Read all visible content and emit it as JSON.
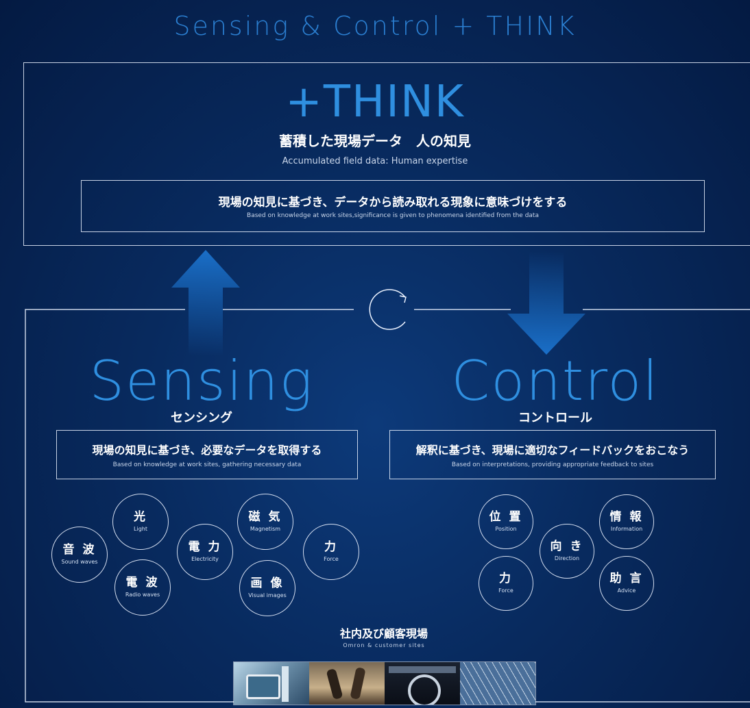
{
  "title": "Sensing & Control + THINK",
  "think": {
    "heading": "+THINK",
    "subtitle_jp": "蓄積した現場データ　人の知見",
    "subtitle_en": "Accumulated field data: Human expertise",
    "inner_jp": "現場の知見に基づき、データから読み取れる現象に意味づけをする",
    "inner_en": "Based on knowledge at work sites,significance is given to phenomena identified from the data"
  },
  "sensing": {
    "heading": "Sensing",
    "heading_jp": "センシング",
    "desc_jp": "現場の知見に基づき、必要なデータを取得する",
    "desc_en": "Based on knowledge at work sites, gathering necessary data",
    "circles": [
      {
        "jp": "光",
        "en": "Light"
      },
      {
        "jp": "音 波",
        "en": "Sound waves"
      },
      {
        "jp": "電 波",
        "en": "Radio waves"
      },
      {
        "jp": "電 力",
        "en": "Electricity"
      },
      {
        "jp": "磁 気",
        "en": "Magnetism"
      },
      {
        "jp": "画 像",
        "en": "Visual images"
      },
      {
        "jp": "力",
        "en": "Force"
      }
    ]
  },
  "control": {
    "heading": "Control",
    "heading_jp": "コントロール",
    "desc_jp": "解釈に基づき、現場に適切なフィードバックをおこなう",
    "desc_en": "Based on interpretations, providing appropriate feedback to sites",
    "circles": [
      {
        "jp": "位 置",
        "en": "Position"
      },
      {
        "jp": "向 き",
        "en": "Direction"
      },
      {
        "jp": "力",
        "en": "Force"
      },
      {
        "jp": "情 報",
        "en": "Information"
      },
      {
        "jp": "助 言",
        "en": "Advice"
      }
    ]
  },
  "sites": {
    "label_jp": "社内及び顧客現場",
    "label_en": "Omron & customer sites"
  },
  "colors": {
    "accent": "#2f8fe0",
    "background": "#082a5e",
    "line": "#ebf2ff"
  }
}
